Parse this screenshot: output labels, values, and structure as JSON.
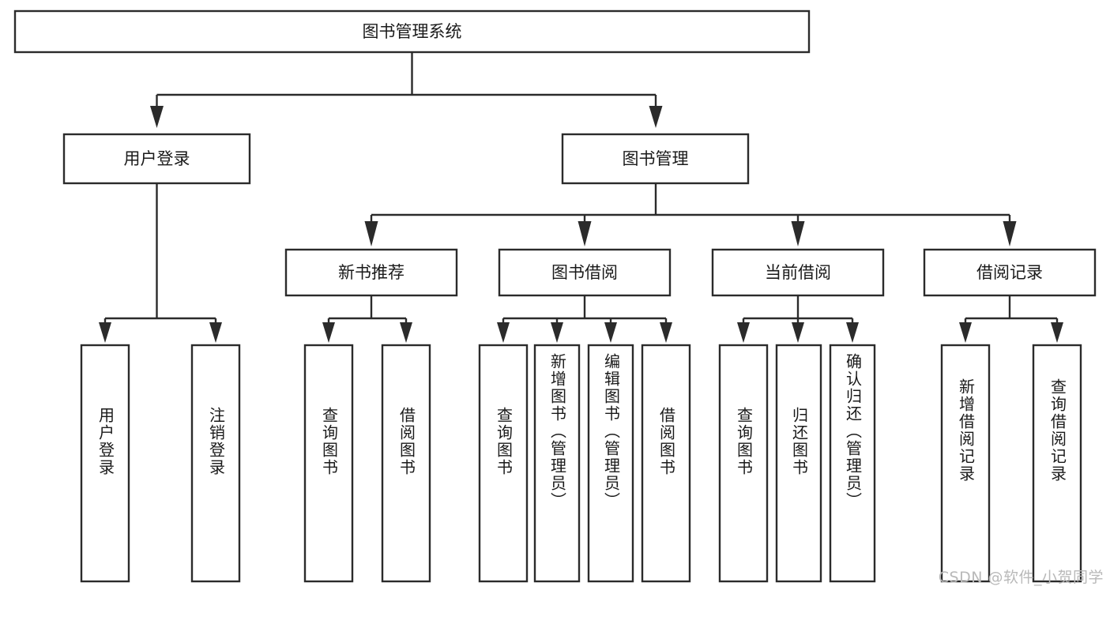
{
  "diagram": {
    "type": "tree-hierarchy",
    "title": "图书管理系统",
    "watermark": "CSDN @软件_小贺同学",
    "colors": {
      "stroke": "#2b2b2b",
      "fill": "#ffffff",
      "text": "#1a1a1a",
      "watermark": "#b9b9b9"
    },
    "root": {
      "label": "图书管理系统"
    },
    "level2": [
      {
        "label": "用户登录"
      },
      {
        "label": "图书管理"
      }
    ],
    "level3": [
      {
        "label": "新书推荐"
      },
      {
        "label": "图书借阅"
      },
      {
        "label": "当前借阅"
      },
      {
        "label": "借阅记录"
      }
    ],
    "leaves": {
      "user_login": [
        {
          "label": "用户登录"
        },
        {
          "label": "注销登录"
        }
      ],
      "new_book_recommend": [
        {
          "label": "查询图书"
        },
        {
          "label": "借阅图书"
        }
      ],
      "book_borrow": [
        {
          "label": "查询图书"
        },
        {
          "label": "新增图书（管理员）"
        },
        {
          "label": "编辑图书（管理员）"
        },
        {
          "label": "借阅图书"
        }
      ],
      "current_borrow": [
        {
          "label": "查询图书"
        },
        {
          "label": "归还图书"
        },
        {
          "label": "确认归还（管理员）"
        }
      ],
      "borrow_record": [
        {
          "label": "新增借阅记录"
        },
        {
          "label": "查询借阅记录"
        }
      ]
    }
  }
}
